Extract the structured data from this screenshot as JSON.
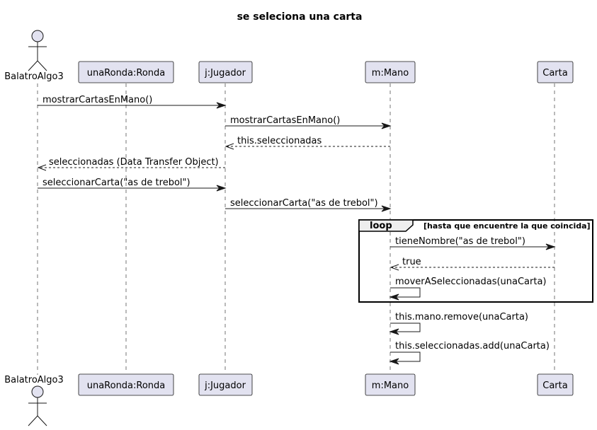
{
  "diagram": {
    "title": "se seleciona una carta",
    "participants": [
      {
        "id": "balatro",
        "label": "BalatroAlgo3",
        "kind": "actor"
      },
      {
        "id": "ronda",
        "label": "unaRonda:Ronda",
        "kind": "participant"
      },
      {
        "id": "jugador",
        "label": "j:Jugador",
        "kind": "participant"
      },
      {
        "id": "mano",
        "label": "m:Mano",
        "kind": "participant"
      },
      {
        "id": "carta",
        "label": "Carta",
        "kind": "participant"
      }
    ],
    "messages": [
      {
        "from": "balatro",
        "to": "jugador",
        "label": "mostrarCartasEnMano()",
        "type": "sync"
      },
      {
        "from": "jugador",
        "to": "mano",
        "label": "mostrarCartasEnMano()",
        "type": "sync"
      },
      {
        "from": "mano",
        "to": "jugador",
        "label": "this.seleccionadas",
        "type": "return"
      },
      {
        "from": "jugador",
        "to": "balatro",
        "label": "seleccionadas (Data Transfer Object)",
        "type": "return"
      },
      {
        "from": "balatro",
        "to": "jugador",
        "label": "seleccionarCarta(\"as de trebol\")",
        "type": "sync"
      },
      {
        "from": "jugador",
        "to": "mano",
        "label": "seleccionarCarta(\"as de trebol\")",
        "type": "sync"
      },
      {
        "from": "mano",
        "to": "carta",
        "label": "tieneNombre(\"as de trebol\")",
        "type": "sync"
      },
      {
        "from": "carta",
        "to": "mano",
        "label": "true",
        "type": "return"
      },
      {
        "from": "mano",
        "to": "mano",
        "label": "moverASeleccionadas(unaCarta)",
        "type": "self"
      },
      {
        "from": "mano",
        "to": "mano",
        "label": "this.mano.remove(unaCarta)",
        "type": "self"
      },
      {
        "from": "mano",
        "to": "mano",
        "label": "this.seleccionadas.add(unaCarta)",
        "type": "self"
      }
    ],
    "loop": {
      "keyword": "loop",
      "guard": "[hasta que encuentre la que coincida]"
    }
  }
}
